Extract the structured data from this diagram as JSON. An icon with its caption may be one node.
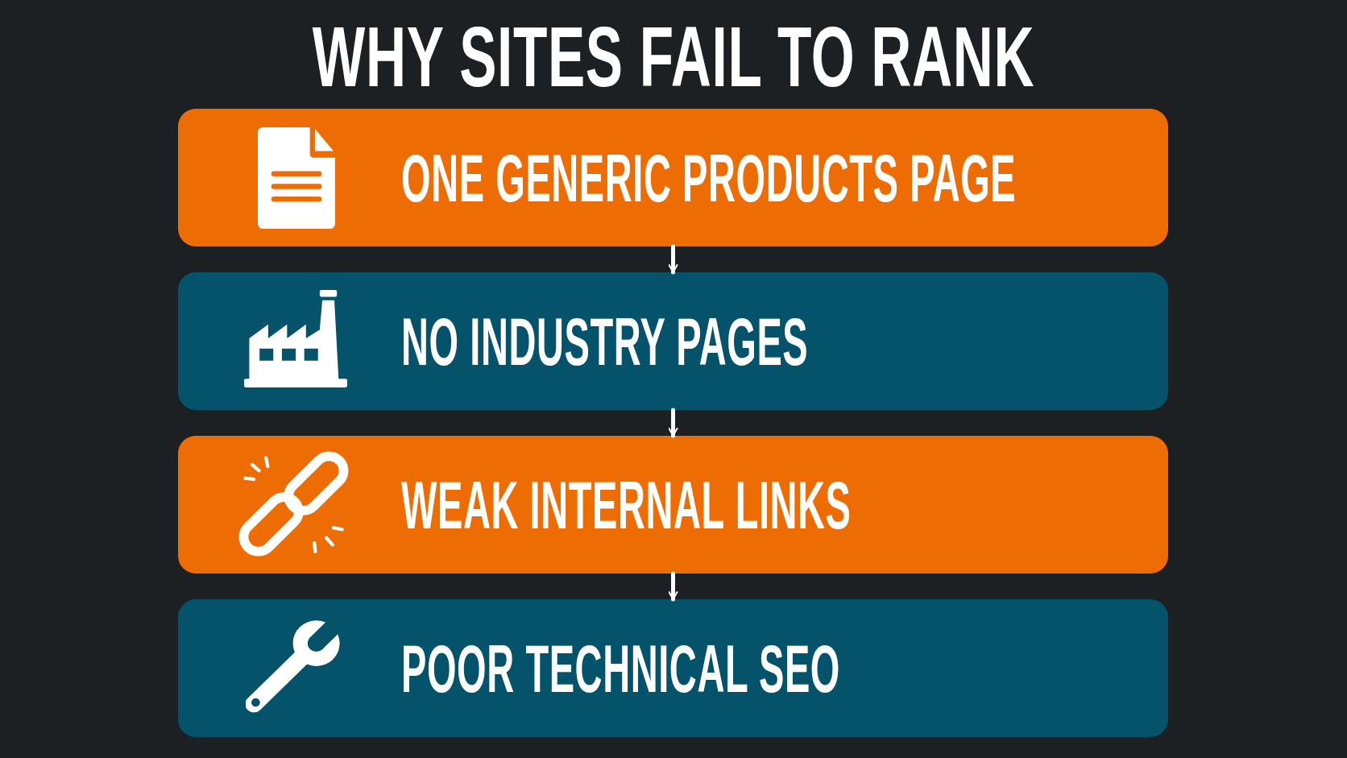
{
  "diagram": {
    "title": "WHY SITES FAIL TO RANK",
    "nodes": [
      {
        "text": [
          "ONE GENERIC PRODUCTS PAGE"
        ]
      },
      {
        "text": [
          "NO INDUSTRY PAGES"
        ]
      },
      {
        "text": [
          "WEAK INTERNAL LINKS"
        ]
      },
      {
        "text": [
          "POOR TECHNICAL SEO"
        ]
      }
    ],
    "edges": [
      {
        "from": 0,
        "to": 1,
        "arrow": "to"
      },
      {
        "from": 1,
        "to": 2,
        "arrow": "to"
      },
      {
        "from": 2,
        "to": 3,
        "arrow": "to"
      }
    ]
  }
}
